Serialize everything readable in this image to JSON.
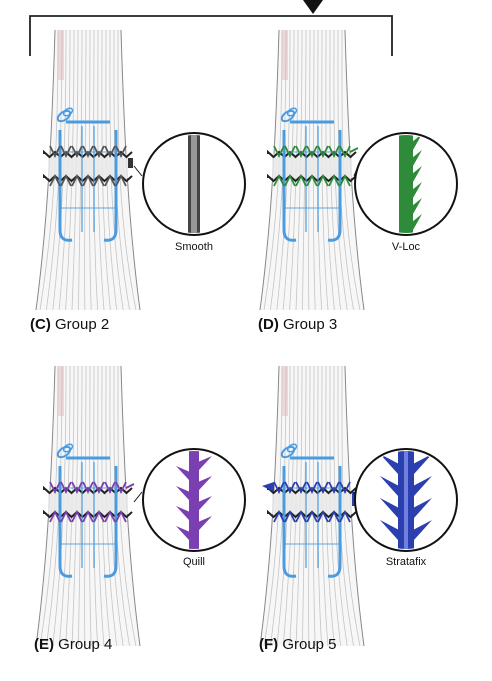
{
  "panels": [
    {
      "letter": "(C)",
      "group": "Group 2",
      "suture": "Smooth",
      "color": "#555555",
      "type": "smooth"
    },
    {
      "letter": "(D)",
      "group": "Group 3",
      "suture": "V-Loc",
      "color": "#2e8b3a",
      "type": "vloc"
    },
    {
      "letter": "(E)",
      "group": "Group 4",
      "suture": "Quill",
      "color": "#7a3fb0",
      "type": "quill"
    },
    {
      "letter": "(F)",
      "group": "Group 5",
      "suture": "Stratafix",
      "color": "#2b3fae",
      "type": "stratafix"
    }
  ],
  "colors": {
    "core_stitch": "#4a9be0",
    "tendon_fiber": "#b8b8b8",
    "tendon_edge": "#888888",
    "bracket": "#222222"
  }
}
